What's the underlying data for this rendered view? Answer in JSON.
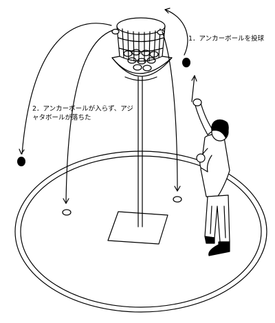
{
  "captions": {
    "step1": "1．アンカーボールを投球",
    "step2_line1": "2．アンカーボールが入らず、アジ",
    "step2_line2": "ャタボールが落ちた"
  }
}
